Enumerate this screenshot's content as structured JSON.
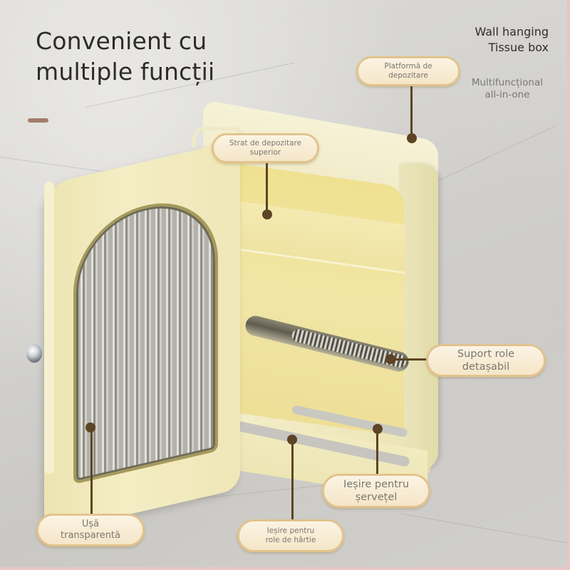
{
  "headline": {
    "line1": "Convenient cu",
    "line2": "multiple funcții"
  },
  "brand": {
    "line1": "Wall hanging",
    "line2": "Tissue box"
  },
  "brand_subtitle": {
    "line1": "Multifuncțional",
    "line2": "all-in-one"
  },
  "colors": {
    "accent_bar": "#a47d6a",
    "callout_line": "#5c4424",
    "callout_border": "#e2c38c",
    "product_cream": "#f4edc4",
    "product_yellow": "#efe18f"
  },
  "callouts": [
    {
      "id": "storage-platform",
      "line1": "Platformă de",
      "line2": "depozitare"
    },
    {
      "id": "upper-storage-layer",
      "line1": "Strat de depozitare",
      "line2": "superior"
    },
    {
      "id": "detachable-roll-holder",
      "line1": "Suport role",
      "line2": "detașabil"
    },
    {
      "id": "napkin-outlet",
      "line1": "Ieșire pentru",
      "line2": "șervețel"
    },
    {
      "id": "transparent-door",
      "line1": "Ușă",
      "line2": "transparentă"
    },
    {
      "id": "paper-roll-outlet",
      "line1": "Ieșire pentru",
      "line2": "role de hârtie"
    }
  ]
}
